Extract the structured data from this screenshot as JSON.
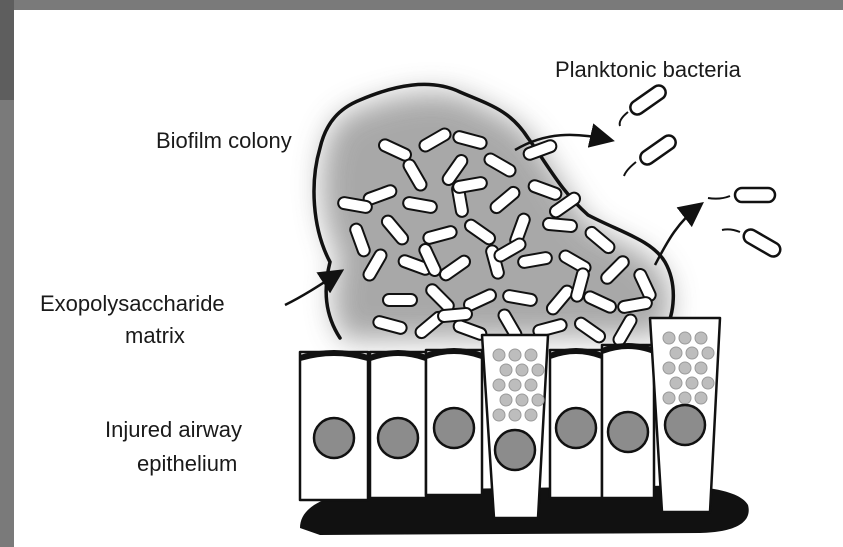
{
  "labels": {
    "planktonic": "Planktonic bacteria",
    "biofilm": "Biofilm colony",
    "matrix_line1": "Exopolysaccharide",
    "matrix_line2": "matrix",
    "epithelium_line1": "Injured airway",
    "epithelium_line2": "epithelium"
  },
  "colors": {
    "background_frame": "#7a7a7a",
    "panel": "#ffffff",
    "outline": "#111111",
    "nucleus": "#8c8c8c",
    "granule": "#bdbdbd",
    "matrix_glow": "#9a9a9a"
  }
}
